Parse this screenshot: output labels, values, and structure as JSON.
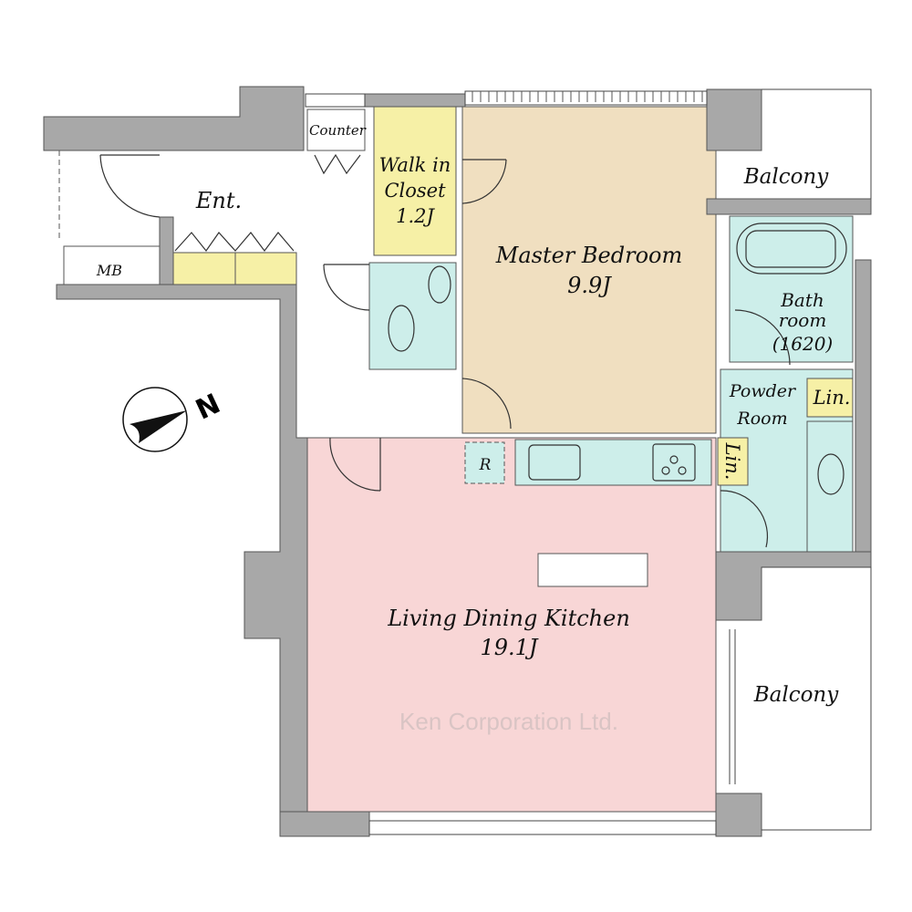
{
  "colors": {
    "wall": "#a8a8a8",
    "bedroom": "#f0dfc0",
    "storage": "#f6f0a6",
    "wet_area": "#cdeeea",
    "living": "#f8d6d6"
  },
  "rooms": {
    "counter": "Counter",
    "entrance": "Ent.",
    "meter_box": "MB",
    "walk_in_closet": [
      "Walk in",
      "Closet",
      "1.2J"
    ],
    "master_bedroom": [
      "Master Bedroom",
      "9.9J"
    ],
    "balcony_top": "Balcony",
    "bathroom": [
      "Bath",
      "room",
      "(1620)"
    ],
    "powder_room": [
      "Powder",
      "Room"
    ],
    "linen_1": "Lin.",
    "linen_2": "Lin.",
    "refrigerator": "R",
    "ldk": [
      "Living Dining Kitchen",
      "19.1J"
    ],
    "balcony_bottom": "Balcony"
  },
  "compass": {
    "label": "N",
    "icon": "north-arrow-icon"
  },
  "watermark": "Ken Corporation Ltd."
}
